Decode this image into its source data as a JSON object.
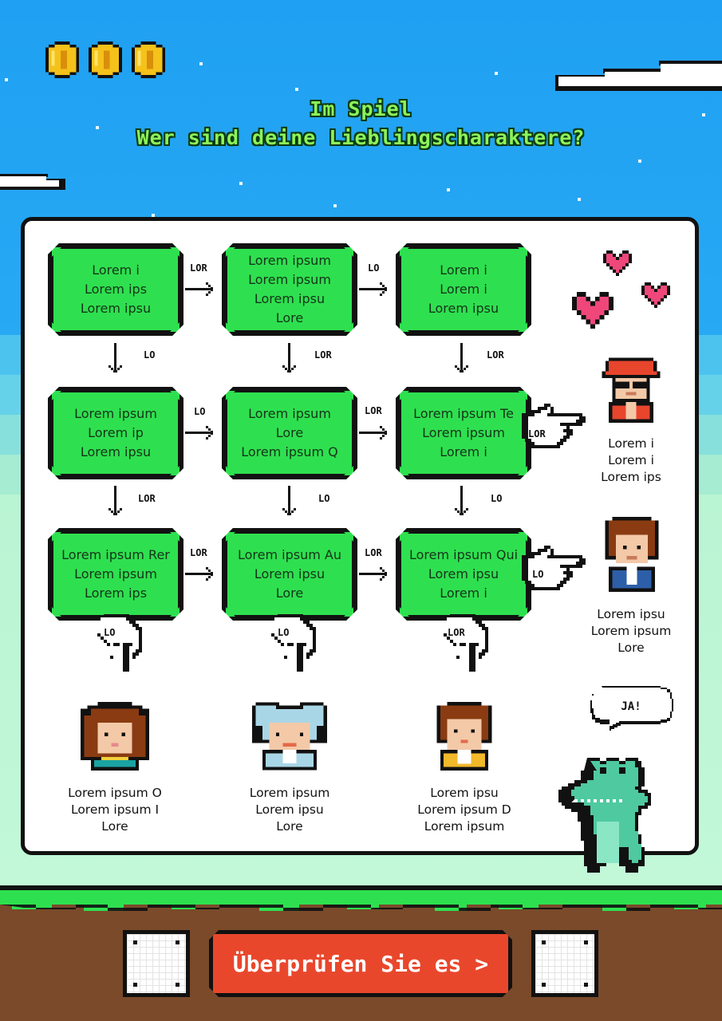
{
  "header": {
    "line1": "Im Spiel",
    "line2": "Wer sind deine Lieblingscharaktere?"
  },
  "colors": {
    "sky": "#1fa0f2",
    "box_green": "#2ee04f",
    "title_green": "#8df25a",
    "button_red": "#e9472c",
    "dirt": "#7a4a2a",
    "coin_gold": "#f4c21a",
    "heart_pink": "#f0477a"
  },
  "coins": [
    "coin-icon",
    "coin-icon",
    "coin-icon"
  ],
  "grid": {
    "rows": [
      [
        {
          "lines": [
            "Lorem i",
            "Lorem ips",
            "Lorem ipsu"
          ],
          "right_label": "LOR",
          "down_label": "LO"
        },
        {
          "lines": [
            "Lorem ipsum",
            "Lorem ipsum",
            "Lorem ipsu",
            "Lore"
          ],
          "right_label": "LO",
          "down_label": "LOR"
        },
        {
          "lines": [
            "Lorem i",
            "Lorem i",
            "Lorem ipsu"
          ],
          "down_label": "LOR"
        }
      ],
      [
        {
          "lines": [
            "Lorem ipsum",
            "Lorem ip",
            "Lorem ipsu"
          ],
          "right_label": "LO",
          "down_label": "LOR"
        },
        {
          "lines": [
            "Lorem ipsum",
            "Lore",
            "Lorem ipsum Q"
          ],
          "right_label": "LOR",
          "down_label": "LO"
        },
        {
          "lines": [
            "Lorem ipsum Te",
            "Lorem ipsum",
            "Lorem i"
          ],
          "hand_label": "LOR",
          "down_label": "LO"
        }
      ],
      [
        {
          "lines": [
            "Lorem ipsum Rer",
            "Lorem ipsum",
            "Lorem ips"
          ],
          "right_label": "LOR",
          "hand_label": "LO"
        },
        {
          "lines": [
            "Lorem ipsum Au",
            "Lorem ipsu",
            "Lore"
          ],
          "right_label": "LOR",
          "hand_label": "LO"
        },
        {
          "lines": [
            "Lorem ipsum Qui",
            "Lorem ipsu",
            "Lorem i"
          ],
          "side_hand_label": "LO",
          "hand_label": "LOR"
        }
      ]
    ]
  },
  "characters": {
    "right": [
      {
        "name": "sunglasses-character",
        "caption": [
          "Lorem i",
          "Lorem i",
          "Lorem ips"
        ]
      },
      {
        "name": "brown-hair-character",
        "caption": [
          "Lorem ipsu",
          "Lorem ipsum",
          "Lore"
        ]
      }
    ],
    "bottom": [
      {
        "name": "long-hair-character",
        "caption": [
          "Lorem ipsum O",
          "Lorem ipsum I",
          "Lore"
        ]
      },
      {
        "name": "grandma-character",
        "caption": [
          "Lorem ipsum",
          "Lorem ipsu",
          "Lore"
        ]
      },
      {
        "name": "short-hair-character",
        "caption": [
          "Lorem ipsu",
          "Lorem ipsum D",
          "Lorem ipsum"
        ]
      }
    ]
  },
  "speech": {
    "text": "JA!"
  },
  "cta": {
    "label": "Überprüfen Sie es >"
  }
}
